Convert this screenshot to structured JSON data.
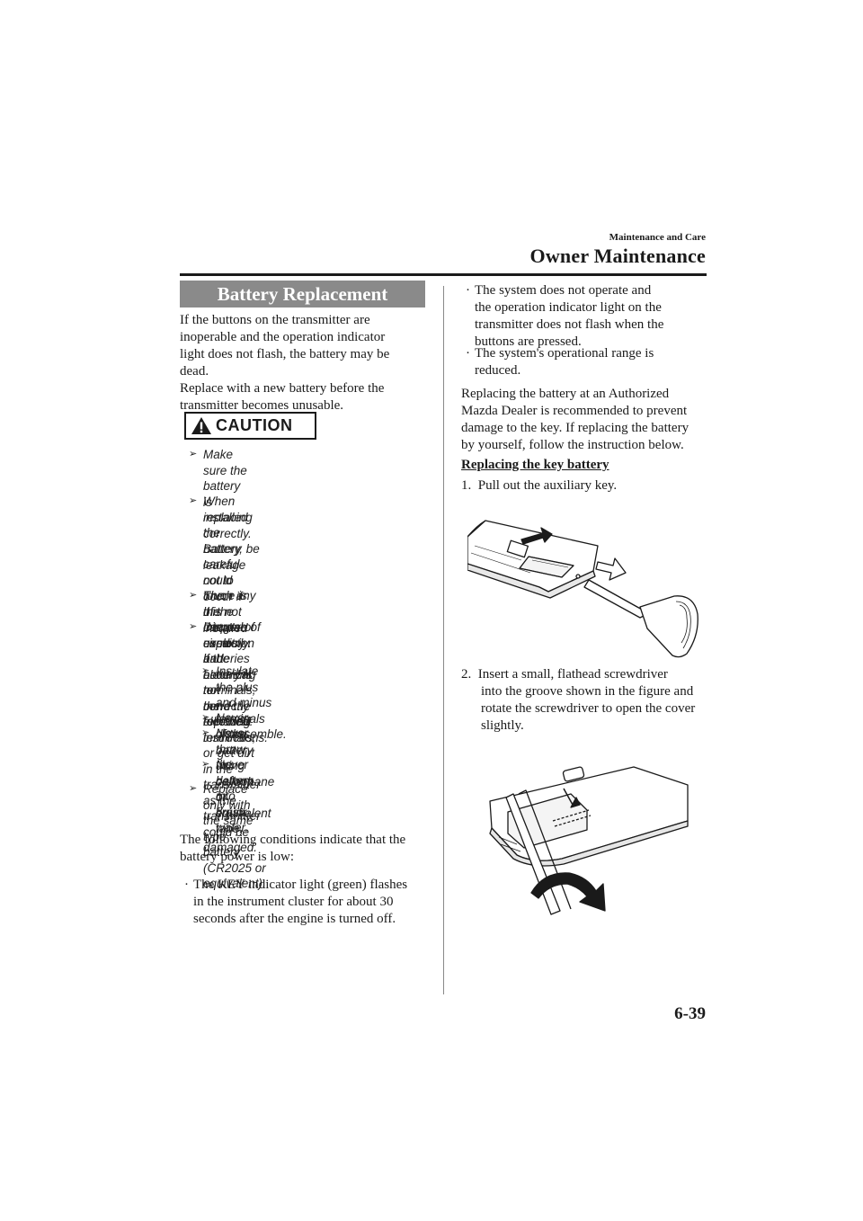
{
  "header": {
    "section_small": "Maintenance and Care",
    "section_big": "Owner Maintenance"
  },
  "left": {
    "banner": "Battery Replacement",
    "intro": [
      "If the buttons on the transmitter are",
      "inoperable and the operation indicator",
      "light does not flash, the battery may be",
      "dead.",
      "Replace with a new battery before the",
      "transmitter becomes unusable."
    ],
    "caution_label": "CAUTION",
    "caution_items": [
      {
        "lines": [
          "Make sure the battery is installed",
          "correctly. Battery leakage could occur if",
          "it is not installed correctly."
        ]
      },
      {
        "lines": [
          "When replacing the battery, be careful",
          "not to touch any of the internal circuitry",
          "and electrical terminals, bend the",
          "electrical terminals, or get dirt in the",
          "transmitter as the transmitter could be",
          "damaged."
        ]
      },
      {
        "lines": [
          "There is the danger of explosion if the",
          "battery is not correctly replaced."
        ]
      },
      {
        "lines": [
          "Dispose of used batteries according to",
          "the following instructions."
        ]
      }
    ],
    "sub_items": [
      {
        "lines": [
          "Insulate the plus and minus terminals",
          "of the battery using cellophane or",
          "equivalent tape."
        ]
      },
      {
        "lines": [
          "Never disassemble."
        ]
      },
      {
        "lines": [
          "Never throw the battery into fire or",
          "water."
        ]
      },
      {
        "lines": [
          "Never deform or crush."
        ]
      }
    ],
    "last_item": {
      "lines": [
        "Replace only with the same type battery",
        "(CR2025 or equivalent)."
      ]
    },
    "conditions_intro": [
      "The following conditions indicate that the",
      "battery power is low:"
    ],
    "condition_1": [
      "The KEY indicator light (green) flashes",
      "in the instrument cluster for about 30",
      "seconds after the engine is turned off."
    ]
  },
  "right": {
    "condition_2": [
      "The system does not operate and",
      "the operation indicator light on the",
      "transmitter does not flash when the",
      "buttons are pressed."
    ],
    "condition_3": [
      "The system's operational range is",
      "reduced."
    ],
    "dealer_para": [
      "Replacing the battery at an Authorized",
      "Mazda Dealer is recommended to prevent",
      "damage to the key. If replacing the battery",
      "by yourself, follow the instruction below."
    ],
    "subheading": "Replacing the key battery",
    "step1": [
      "1.  Pull out the auxiliary key."
    ],
    "step2": [
      "2.  Insert a small, flathead screwdriver",
      "into the groove shown in the figure and",
      "rotate the screwdriver to open the cover",
      "slightly."
    ]
  },
  "footer": {
    "page_number": "6-39"
  }
}
